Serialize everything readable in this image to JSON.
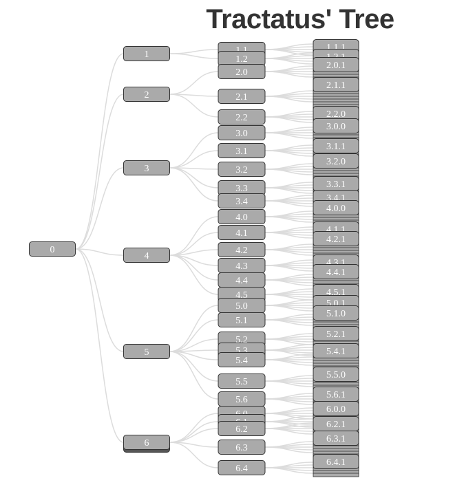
{
  "title": "Tractatus' Tree",
  "colors": {
    "node_fill": "#aaaaaa",
    "node_stroke": "#333333",
    "link": "#dcdcdc",
    "label": "#ffffff",
    "title": "#333333"
  },
  "tree": {
    "root": "0",
    "level1": [
      "1",
      "2",
      "3",
      "4",
      "5",
      "6"
    ],
    "level2": [
      {
        "label": "1.1",
        "parent": "1"
      },
      {
        "label": "1.2",
        "parent": "1"
      },
      {
        "label": "2.0",
        "parent": "2"
      },
      {
        "label": "2.1",
        "parent": "2"
      },
      {
        "label": "2.2",
        "parent": "2"
      },
      {
        "label": "3.0",
        "parent": "3"
      },
      {
        "label": "3.1",
        "parent": "3"
      },
      {
        "label": "3.2",
        "parent": "3"
      },
      {
        "label": "3.3",
        "parent": "3"
      },
      {
        "label": "3.4",
        "parent": "3"
      },
      {
        "label": "4.0",
        "parent": "4"
      },
      {
        "label": "4.1",
        "parent": "4"
      },
      {
        "label": "4.2",
        "parent": "4"
      },
      {
        "label": "4.3",
        "parent": "4"
      },
      {
        "label": "4.4",
        "parent": "4"
      },
      {
        "label": "4.5",
        "parent": "4"
      },
      {
        "label": "5.0",
        "parent": "5"
      },
      {
        "label": "5.1",
        "parent": "5"
      },
      {
        "label": "5.2",
        "parent": "5"
      },
      {
        "label": "5.3",
        "parent": "5"
      },
      {
        "label": "5.4",
        "parent": "5"
      },
      {
        "label": "5.5",
        "parent": "5"
      },
      {
        "label": "5.6",
        "parent": "5"
      },
      {
        "label": "6.0",
        "parent": "6"
      },
      {
        "label": "6.1",
        "parent": "6"
      },
      {
        "label": "6.2",
        "parent": "6"
      },
      {
        "label": "6.3",
        "parent": "6"
      },
      {
        "label": "6.4",
        "parent": "6"
      }
    ],
    "level3": [
      {
        "label": "1.1.1",
        "parent": "1.1"
      },
      {
        "label": "1.2.1",
        "parent": "1.2"
      },
      {
        "label": "2.0.1",
        "parent": "2.0"
      },
      {
        "label": "2.1.1",
        "parent": "2.1"
      },
      {
        "label": "2.2.0",
        "parent": "2.2"
      },
      {
        "label": "3.0.0",
        "parent": "3.0"
      },
      {
        "label": "3.1.1",
        "parent": "3.1"
      },
      {
        "label": "3.2.0",
        "parent": "3.2"
      },
      {
        "label": "3.3.1",
        "parent": "3.3"
      },
      {
        "label": "3.4.1",
        "parent": "3.4"
      },
      {
        "label": "4.0.0",
        "parent": "4.0"
      },
      {
        "label": "4.1.1",
        "parent": "4.1"
      },
      {
        "label": "4.2.1",
        "parent": "4.2"
      },
      {
        "label": "4.3.1",
        "parent": "4.3"
      },
      {
        "label": "4.4.1",
        "parent": "4.4"
      },
      {
        "label": "4.5.1",
        "parent": "4.5"
      },
      {
        "label": "5.0.1",
        "parent": "5.0"
      },
      {
        "label": "5.1.0",
        "parent": "5.1"
      },
      {
        "label": "5.2.1",
        "parent": "5.2"
      },
      {
        "label": "5.4.1",
        "parent": "5.4"
      },
      {
        "label": "5.5.0",
        "parent": "5.5"
      },
      {
        "label": "5.6.1",
        "parent": "5.6"
      },
      {
        "label": "6.0.0",
        "parent": "6.0"
      },
      {
        "label": "6.2.1",
        "parent": "6.2"
      },
      {
        "label": "6.3.1",
        "parent": "6.3"
      },
      {
        "label": "6.4.1",
        "parent": "6.4"
      }
    ]
  }
}
